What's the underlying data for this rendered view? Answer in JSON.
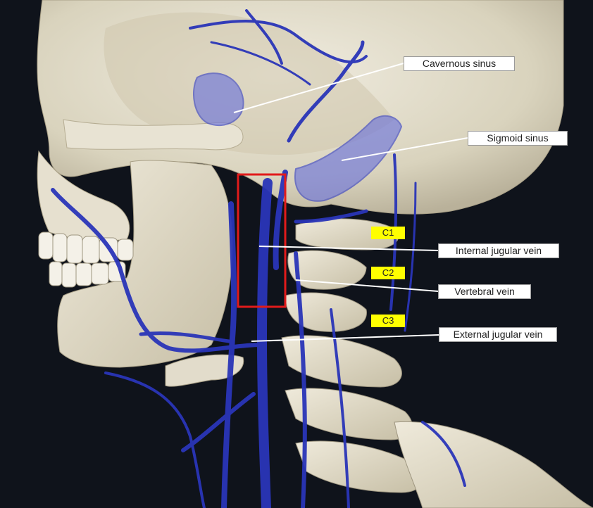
{
  "colors": {
    "background": "#0f131b",
    "bone": "#e4e0cf",
    "vein": "#2a35b8",
    "highlight_box": "#e21b1b",
    "vertebra_label_bg": "#ffff00"
  },
  "labels": {
    "cavernous_sinus": "Cavernous sinus",
    "sigmoid_sinus": "Sigmoid sinus",
    "internal_jugular_vein": "Internal jugular vein",
    "vertebral_vein": "Vertebral vein",
    "external_jugular_vein": "External jugular vein"
  },
  "vertebrae": {
    "c1": "C1",
    "c2": "C2",
    "c3": "C3"
  }
}
